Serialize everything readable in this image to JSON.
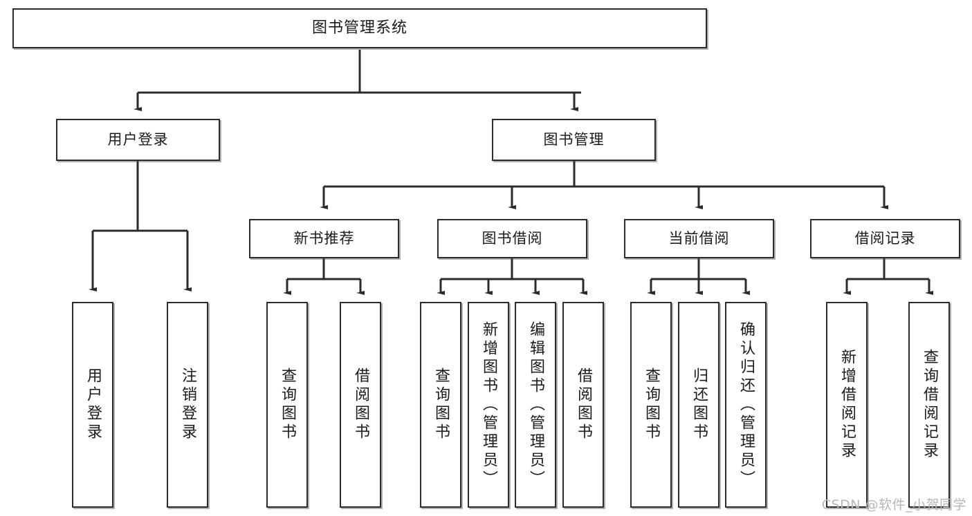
{
  "diagram": {
    "type": "tree-hierarchy",
    "title": "图书管理系统",
    "watermark": "CSDN @软件_小贺同学",
    "colors": {
      "background": "#ffffff",
      "node_fill": "#ffffff",
      "node_border": "#2b2b2b",
      "connector": "#2b2b2b",
      "text": "#1a1a1a",
      "watermark": "#b6b6b6"
    },
    "nodes": {
      "root": {
        "label": "图书管理系统",
        "orientation": "horizontal"
      },
      "level2": [
        {
          "id": "user-login",
          "label": "用户登录",
          "orientation": "horizontal"
        },
        {
          "id": "book-manage",
          "label": "图书管理",
          "orientation": "horizontal"
        }
      ],
      "level3": [
        {
          "id": "new-book-recommend",
          "label": "新书推荐",
          "orientation": "horizontal"
        },
        {
          "id": "book-borrow",
          "label": "图书借阅",
          "orientation": "horizontal"
        },
        {
          "id": "current-borrow",
          "label": "当前借阅",
          "orientation": "horizontal"
        },
        {
          "id": "borrow-record",
          "label": "借阅记录",
          "orientation": "horizontal"
        }
      ],
      "leaves": {
        "user-login": [
          {
            "id": "leaf-user-login",
            "label": "用户登录",
            "orientation": "vertical"
          },
          {
            "id": "leaf-logout-login",
            "label": "注销登录",
            "orientation": "vertical"
          }
        ],
        "new-book-recommend": [
          {
            "id": "leaf-query-book-1",
            "label": "查询图书",
            "orientation": "vertical"
          },
          {
            "id": "leaf-borrow-book-1",
            "label": "借阅图书",
            "orientation": "vertical"
          }
        ],
        "book-borrow": [
          {
            "id": "leaf-query-book-2",
            "label": "查询图书",
            "orientation": "vertical"
          },
          {
            "id": "leaf-add-book",
            "label": "新增图书（管理员）",
            "orientation": "vertical"
          },
          {
            "id": "leaf-edit-book",
            "label": "编辑图书（管理员）",
            "orientation": "vertical"
          },
          {
            "id": "leaf-borrow-book-2",
            "label": "借阅图书",
            "orientation": "vertical"
          }
        ],
        "current-borrow": [
          {
            "id": "leaf-query-book-3",
            "label": "查询图书",
            "orientation": "vertical"
          },
          {
            "id": "leaf-return-book",
            "label": "归还图书",
            "orientation": "vertical"
          },
          {
            "id": "leaf-confirm-return",
            "label": "确认归还（管理员）",
            "orientation": "vertical"
          }
        ],
        "borrow-record": [
          {
            "id": "leaf-add-record",
            "label": "新增借阅记录",
            "orientation": "vertical"
          },
          {
            "id": "leaf-query-record",
            "label": "查询借阅记录",
            "orientation": "vertical"
          }
        ]
      }
    }
  }
}
